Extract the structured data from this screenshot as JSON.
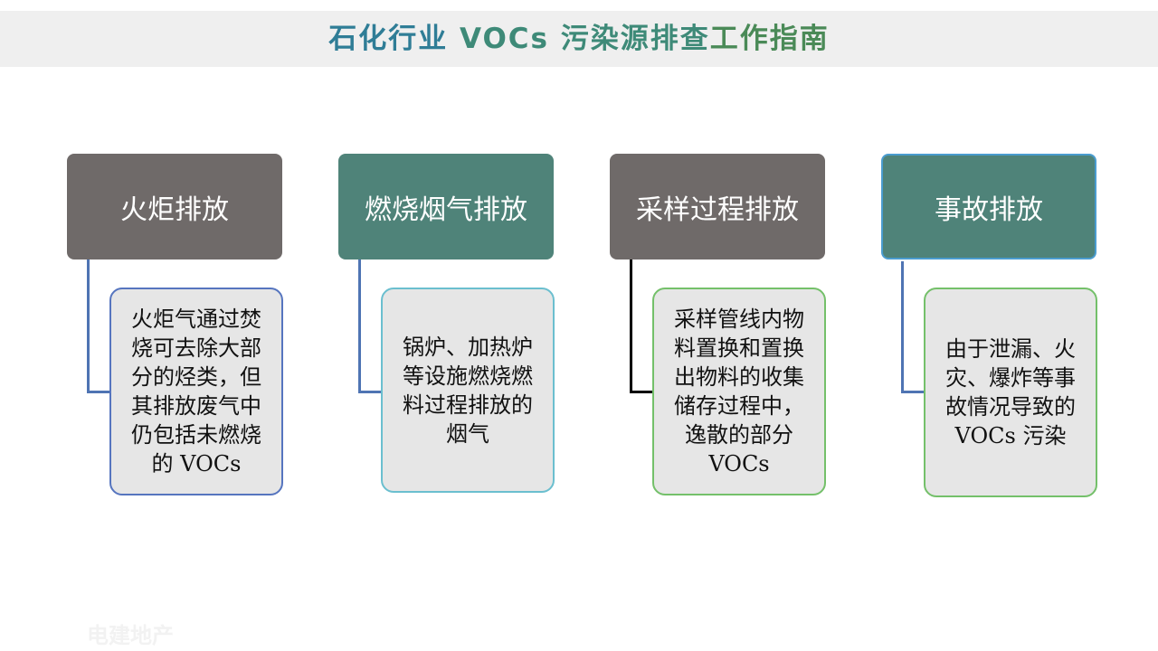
{
  "title": {
    "part1": "石化行业 ",
    "part2": "VOCs 污染源排查",
    "part3": "工作指南"
  },
  "columns": [
    {
      "header": "火炬排放",
      "description": "火炬气通过焚烧可去除大部分的烃类，但其排放废气中仍包括未燃烧的 VOCs"
    },
    {
      "header": "燃烧烟气排放",
      "description": "锅炉、加热炉等设施燃烧燃料过程排放的烟气"
    },
    {
      "header": "采样过程排放",
      "description": "采样管线内物料置换和置换出物料的收集储存过程中，逸散的部分 VOCs"
    },
    {
      "header": "事故排放",
      "description": "由于泄漏、火灾、爆炸等事故情况导致的 VOCs 污染"
    }
  ],
  "watermark": "电建地产",
  "colors": {
    "header_gray": "#6f6a69",
    "header_teal": "#4f8379",
    "title_blue": "#2f7d96",
    "title_green": "#4a8a57"
  }
}
